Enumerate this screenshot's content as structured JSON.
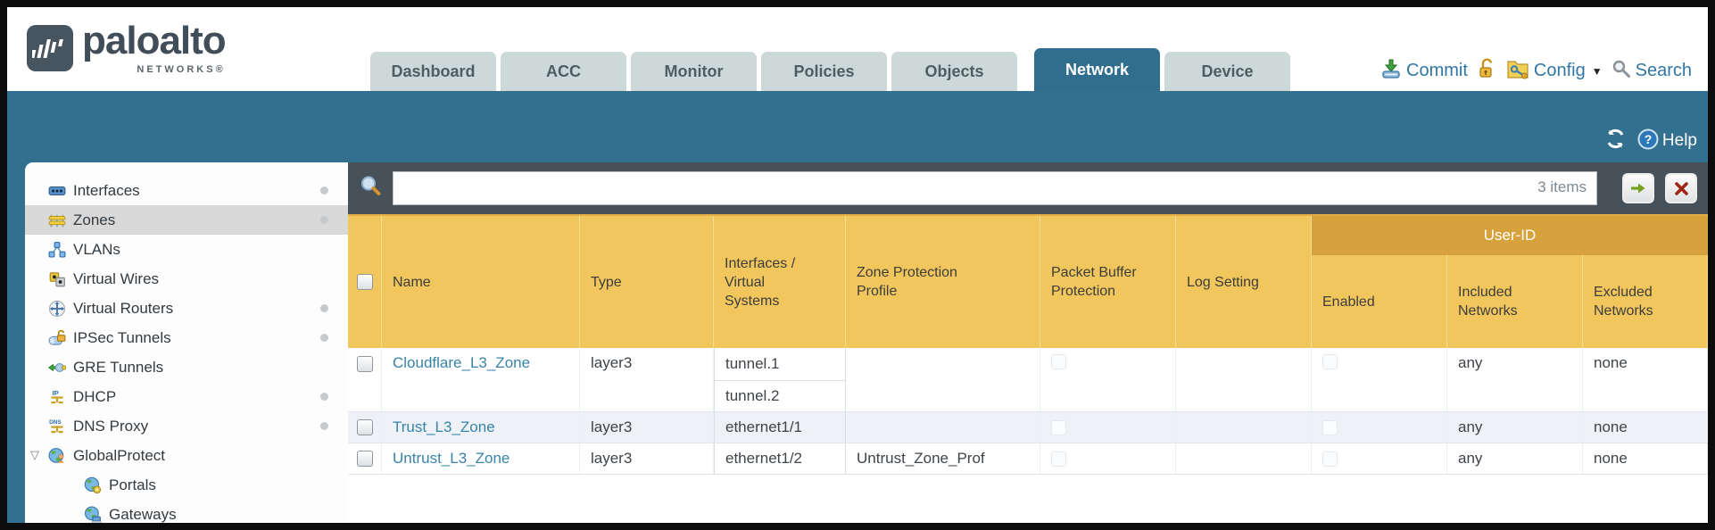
{
  "brand": {
    "name": "paloalto",
    "sub": "NETWORKS®"
  },
  "tabs": [
    {
      "label": "Dashboard"
    },
    {
      "label": "ACC"
    },
    {
      "label": "Monitor"
    },
    {
      "label": "Policies"
    },
    {
      "label": "Objects"
    },
    {
      "label": "Network"
    },
    {
      "label": "Device"
    }
  ],
  "top_actions": {
    "commit": "Commit",
    "config": "Config",
    "search": "Search",
    "caret": "▼"
  },
  "banner": {
    "help": "Help"
  },
  "sidebar": {
    "items": [
      {
        "label": "Interfaces"
      },
      {
        "label": "Zones"
      },
      {
        "label": "VLANs"
      },
      {
        "label": "Virtual Wires"
      },
      {
        "label": "Virtual Routers"
      },
      {
        "label": "IPSec Tunnels"
      },
      {
        "label": "GRE Tunnels"
      },
      {
        "label": "DHCP"
      },
      {
        "label": "DNS Proxy"
      },
      {
        "label": "GlobalProtect"
      },
      {
        "label": "Portals"
      },
      {
        "label": "Gateways"
      }
    ],
    "expander_glyph": "▽"
  },
  "toolbar": {
    "items_count": "3 items"
  },
  "table": {
    "group_header": "User-ID",
    "columns": [
      "Name",
      "Type",
      "Interfaces / Virtual Systems",
      "Zone Protection Profile",
      "Packet Buffer Protection",
      "Log Setting",
      "Enabled",
      "Included Networks",
      "Excluded Networks"
    ],
    "rows": [
      {
        "name": "Cloudflare_L3_Zone",
        "type": "layer3",
        "interfaces": [
          "tunnel.1",
          "tunnel.2"
        ],
        "zone_protection_profile": "",
        "log_setting": "",
        "included_networks": "any",
        "excluded_networks": "none"
      },
      {
        "name": "Trust_L3_Zone",
        "type": "layer3",
        "interfaces": [
          "ethernet1/1"
        ],
        "zone_protection_profile": "",
        "log_setting": "",
        "included_networks": "any",
        "excluded_networks": "none"
      },
      {
        "name": "Untrust_L3_Zone",
        "type": "layer3",
        "interfaces": [
          "ethernet1/2"
        ],
        "zone_protection_profile": "Untrust_Zone_Prof",
        "log_setting": "",
        "included_networks": "any",
        "excluded_networks": "none"
      }
    ]
  },
  "colors": {
    "teal_band": "#336f8e",
    "toolbar_dark": "#47515a",
    "header_gold": "#f0c65d",
    "user_id_band_gold": "#d7a23b",
    "link_blue": "#3884a8",
    "action_blue": "#3177a3",
    "inactive_tab": "#cdd9d8",
    "alt_row": "#eef1f5"
  }
}
